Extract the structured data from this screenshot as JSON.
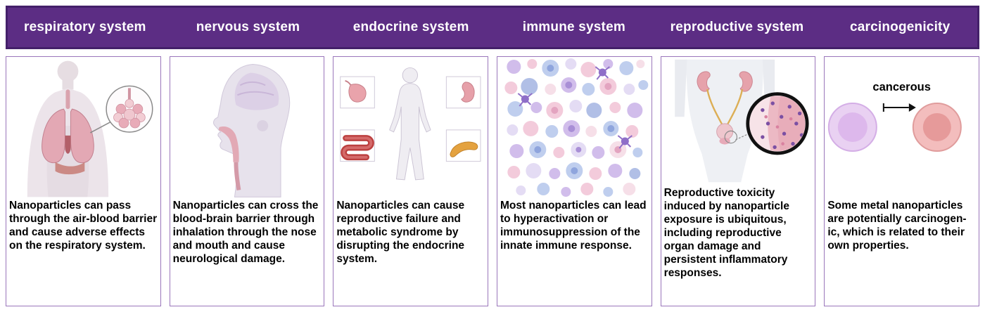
{
  "theme": {
    "header_bg": "#5c2d84",
    "header_border": "#44206a",
    "card_border": "#9a76bb",
    "text_color": "#000000"
  },
  "columns": [
    {
      "header": "respiratory system",
      "text": "Nanoparticles can pass through the air-blood barrier and cause adverse effects on the respiratory system."
    },
    {
      "header": "nervous system",
      "text": "Nanoparticles can cross the blood-brain barrier through inhalation through the nose and mouth and cause neurological damage."
    },
    {
      "header": "endocrine system",
      "text": "Nanoparticles can cause reproductive failure and metabolic syndrome by disrupting the endocrine system."
    },
    {
      "header": "immune system",
      "text": "Most nanoparticles can lead to hyperactivation or immunosuppression of the innate immune response."
    },
    {
      "header": "reproductive system",
      "text": "Reproductive toxicity induced by nanoparticle exposure is ubiquitous, including reproductive organ damage and persistent inflammatory responses."
    },
    {
      "header": "carcinogenicity",
      "text": "Some metal nanoparticles are potentially carcinogen-ic, which is related to their own properties.",
      "label": "cancerous"
    }
  ]
}
